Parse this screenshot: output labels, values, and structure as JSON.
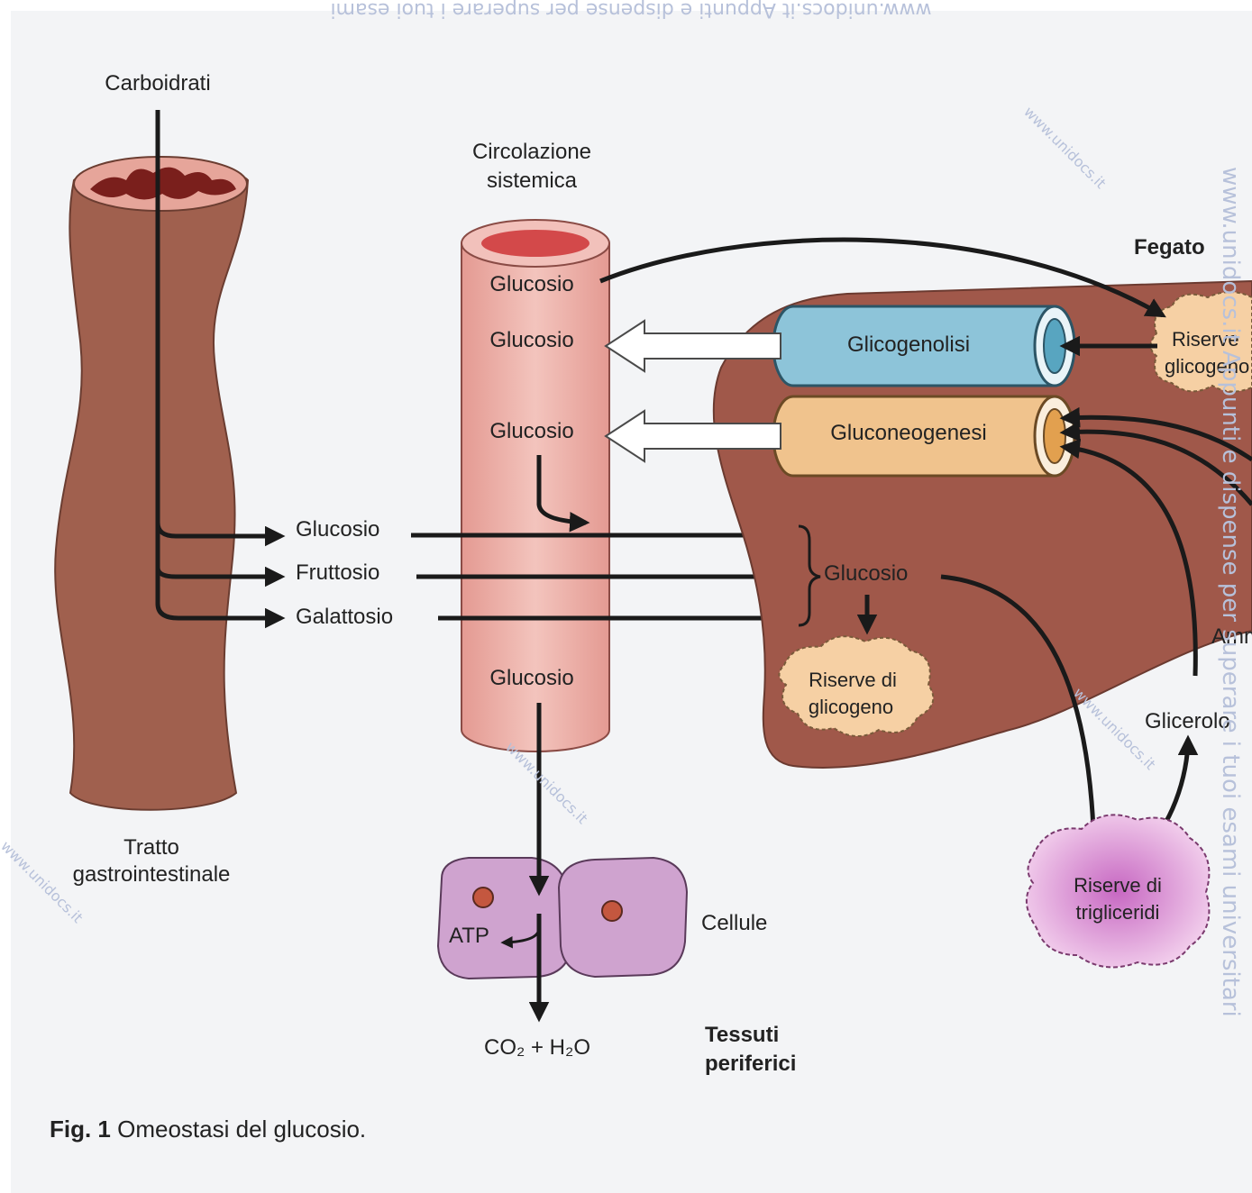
{
  "watermark": {
    "top_text": "www.unidocs.it   Appunti e dispense per superare i tuoi esami",
    "side_text": "www.unidocs.it  Appunti e dispense per superare i tuoi esami universitari",
    "diagonal_text": "www.unidocs.it"
  },
  "gi_tract": {
    "input_label": "Carboidrati",
    "name_line1": "Tratto",
    "name_line2": "gastrointestinale",
    "outputs": [
      "Glucosio",
      "Fruttosio",
      "Galattosio"
    ]
  },
  "circulation": {
    "title_line1": "Circolazione",
    "title_line2": "sistemica",
    "labels": [
      "Glucosio",
      "Glucosio",
      "Glucosio",
      "Glucosio"
    ]
  },
  "liver": {
    "name": "Fegato",
    "glycogenolysis": "Glicogenolisi",
    "gluconeogenesis": "Gluconeogenesi",
    "glucose": "Glucosio",
    "glycogen_reserve_top_line1": "Riserve",
    "glycogen_reserve_top_line2": "glicogeno",
    "glycogen_reserve_line1": "Riserve di",
    "glycogen_reserve_line2": "glicogeno",
    "aminoacids_partial": "Amm",
    "glycerol": "Glicerolo"
  },
  "adipose": {
    "line1": "Riserve di",
    "line2": "trigliceridi"
  },
  "cells": {
    "label": "Cellule",
    "atp": "ATP",
    "products": "CO₂ + H₂O",
    "tissue_line1": "Tessuti",
    "tissue_line2": "periferici"
  },
  "caption": {
    "prefix": "Fig. 1",
    "text": " Omeostasi del glucosio."
  },
  "colors": {
    "gut": "#a0604e",
    "gut_lumen": "#e6a59a",
    "vessel": "#e9a8a0",
    "vessel_lumen": "#d3494a",
    "liver": "#a0584a",
    "glycogenolysis": "#8dc4d9",
    "gluconeogenesis": "#f0c38d",
    "cells": "#cfa3cf",
    "fat": "#d88fcf",
    "glycogen_blob": "#f6d0a4",
    "arrow": "#1a1a1a"
  }
}
